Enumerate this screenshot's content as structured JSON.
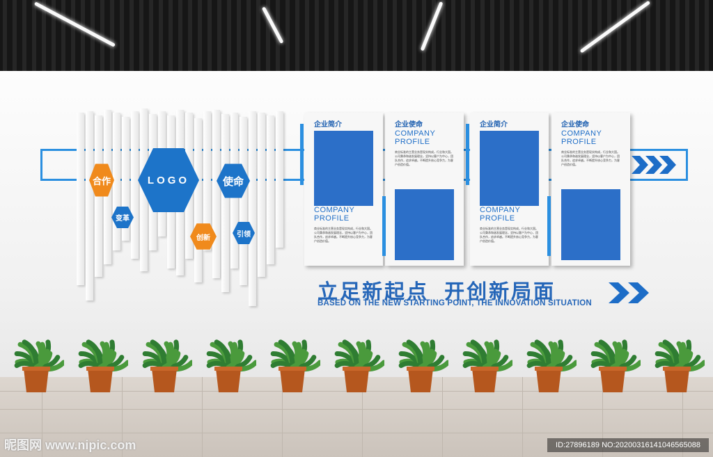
{
  "colors": {
    "brand_blue": "#2566b8",
    "accent_orange": "#f08a1c",
    "panel_bg": "#f7f7f7"
  },
  "logo_wall": {
    "logo": "LOGO",
    "hex_labels": {
      "cooperate": "合作",
      "mission": "使命",
      "change": "变革",
      "innovate": "创新",
      "lead": "引领"
    }
  },
  "panels": [
    {
      "title": "企业简介",
      "subtitle": "COMPANY PROFILE",
      "body": "商业标准的主营业务是现实构成，行业和大国。公司秉承和谐发展理念，坚持以客户为中心，团队合作，追求卓越。不断提升核心竞争力，为客户创造价值。"
    },
    {
      "title": "企业使命",
      "subtitle": "COMPANY PROFILE",
      "body": "商业标准的主营业务是现实构成，行业和大国。公司秉承和谐发展理念，坚持以客户为中心，团队合作，追求卓越。不断提升核心竞争力，为客户创造价值。"
    },
    {
      "title": "企业简介",
      "subtitle": "COMPANY PROFILE",
      "body": "商业标准的主营业务是现实构成，行业和大国。公司秉承和谐发展理念，坚持以客户为中心，团队合作，追求卓越。不断提升核心竞争力，为客户创造价值。"
    },
    {
      "title": "企业使命",
      "subtitle": "COMPANY PROFILE",
      "body": "商业标准的主营业务是现实构成，行业和大国。公司秉承和谐发展理念，坚持以客户为中心，团队合作，追求卓越。不断提升核心竞争力，为客户创造价值。"
    }
  ],
  "slogan": {
    "cn": "立足新起点  开创新局面",
    "en": "BASED ON THE NEW STARTING POINT, THE INNOVATION SITUATION"
  },
  "watermark": {
    "site": "昵图网 www.nipic.com",
    "id": "ID:27896189 NO:20200316141046565088"
  }
}
